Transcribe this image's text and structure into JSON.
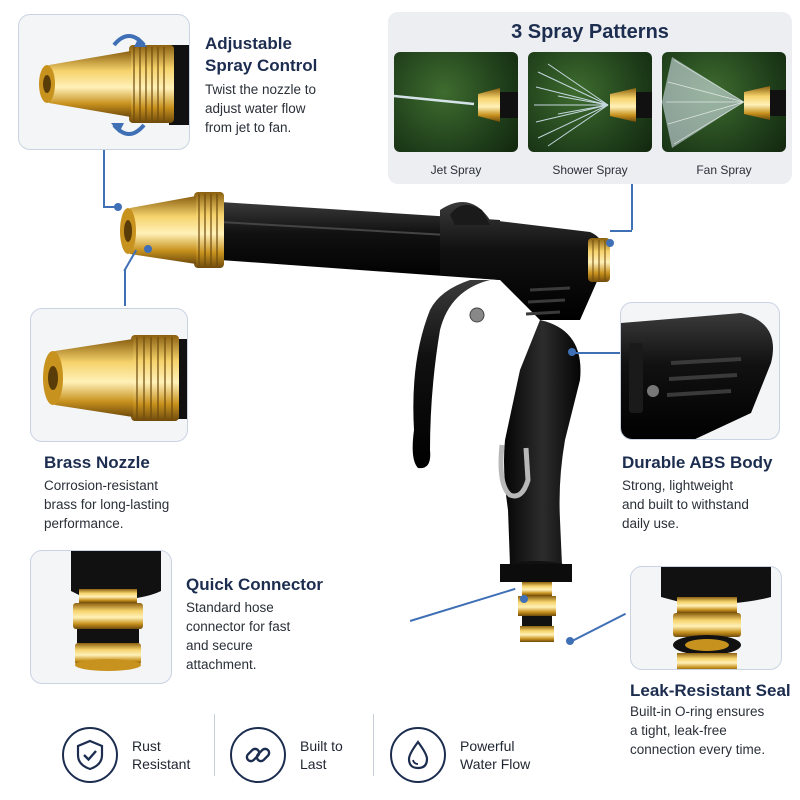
{
  "colors": {
    "accent": "#3f6fb5",
    "title": "#1c2d4f",
    "brass": "#d4a62a",
    "body": "#111111"
  },
  "spray_patterns": {
    "title": "3 Spray Patterns",
    "items": [
      {
        "label": "Jet Spray"
      },
      {
        "label": "Shower Spray"
      },
      {
        "label": "Fan Spray"
      }
    ]
  },
  "adjustable": {
    "title_line1": "Adjustable",
    "title_line2": "Spray Control",
    "desc_line1": "Twist the nozzle to",
    "desc_line2": "adjust water flow",
    "desc_line3": "from jet to fan."
  },
  "brass": {
    "title": "Brass Nozzle",
    "desc_line1": "Corrosion-resistant",
    "desc_line2": "brass for long-lasting",
    "desc_line3": "performance."
  },
  "connector": {
    "title": "Quick Connector",
    "desc_line1": "Standard hose",
    "desc_line2": "connector for fast",
    "desc_line3": "and secure",
    "desc_line4": "attachment."
  },
  "body": {
    "title": "Durable ABS Body",
    "desc_line1": "Strong, lightweight",
    "desc_line2": "and built to withstand",
    "desc_line3": "daily use."
  },
  "seal": {
    "title": "Leak-Resistant Seal",
    "desc_line1": "Built-in O-ring ensures",
    "desc_line2": "a tight, leak-free",
    "desc_line3": "connection every time."
  },
  "benefits": [
    {
      "icon": "shield-check-icon",
      "line1": "Rust",
      "line2": "Resistant"
    },
    {
      "icon": "chain-link-icon",
      "line1": "Built to",
      "line2": "Last"
    },
    {
      "icon": "water-drop-icon",
      "line1": "Powerful",
      "line2": "Water Flow"
    }
  ]
}
